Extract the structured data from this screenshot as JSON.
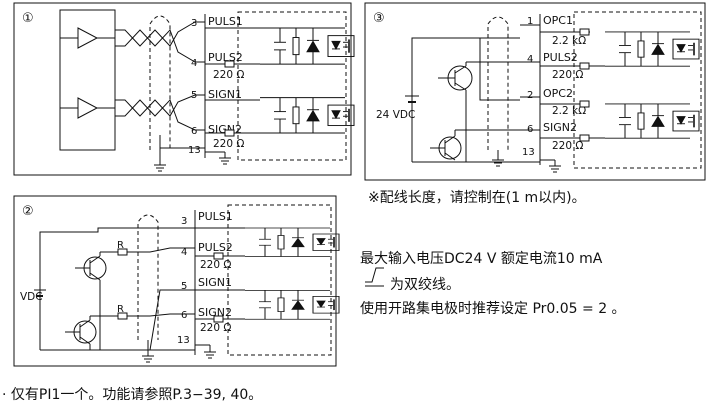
{
  "panel1": {
    "label": "①",
    "pins": [
      "3",
      "4",
      "5",
      "6",
      "13"
    ],
    "signals": [
      "PULS1",
      "PULS2",
      "SIGN1",
      "SIGN2"
    ],
    "resistor": "220 Ω"
  },
  "panel2": {
    "label": "②",
    "pins": [
      "3",
      "4",
      "5",
      "6",
      "13"
    ],
    "signals": [
      "PULS1",
      "PULS2",
      "SIGN1",
      "SIGN2"
    ],
    "resistor": "220 Ω",
    "r_label": "R",
    "supply": "VDC"
  },
  "panel3": {
    "label": "③",
    "pins": [
      "1",
      "4",
      "2",
      "6",
      "13"
    ],
    "signals": [
      "OPC1",
      "PULS2",
      "OPC2",
      "SIGN2"
    ],
    "resistor_opc": "2.2 kΩ",
    "resistor": "220 Ω",
    "supply": "24 VDC"
  },
  "notes": {
    "wire_length": "※配线长度，请控制在(1 m以内)。",
    "max_input": "最大输入电压DC24 V   额定电流10 mA",
    "twisted": "为双绞线。",
    "open_collector": "使用开路集电极时推荐设定 Pr0.05 = 2 。",
    "footer": "· 仅有PI1一个。功能请参照P.3−39, 40。"
  }
}
